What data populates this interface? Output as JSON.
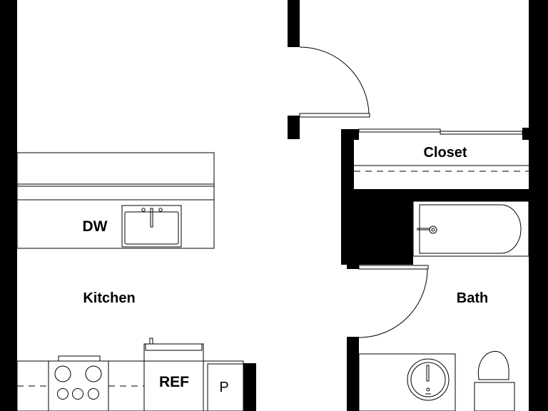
{
  "labels": {
    "kitchen": "Kitchen",
    "bath": "Bath",
    "closet": "Closet",
    "dishwasher": "DW",
    "refrigerator": "REF",
    "pantry": "P"
  },
  "colors": {
    "wall": "#000000",
    "background": "#ffffff",
    "fixture_line": "#000000"
  }
}
